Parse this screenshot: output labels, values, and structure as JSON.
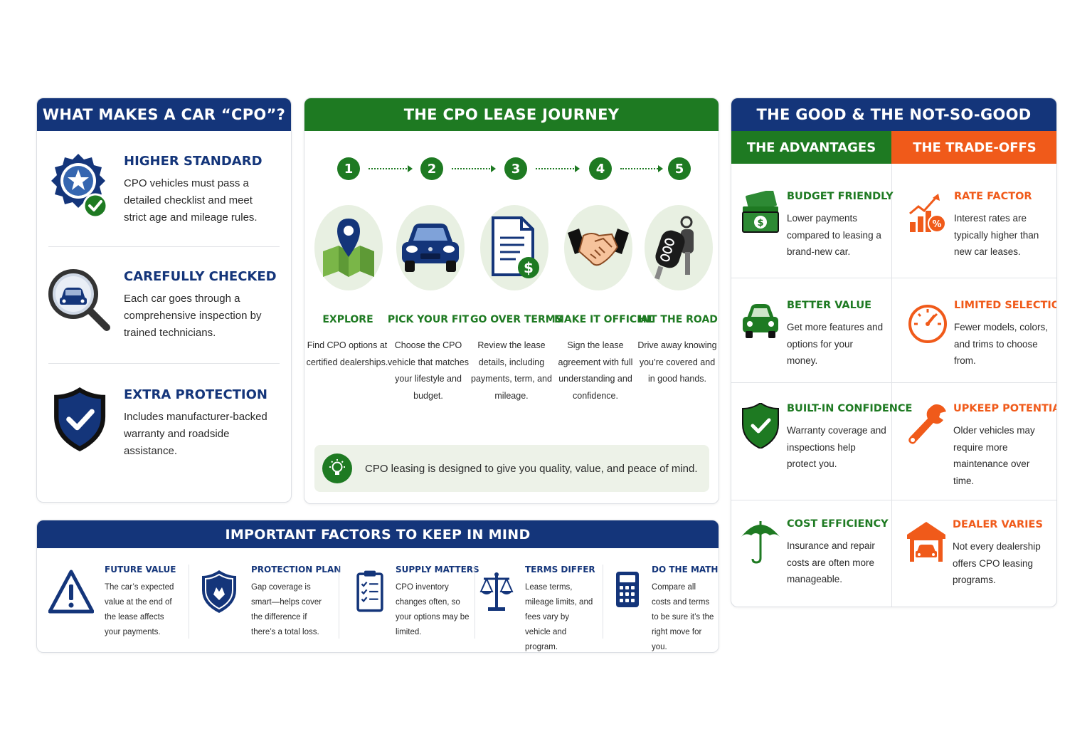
{
  "cpo_card": {
    "title": "WHAT MAKES A CAR “CPO”?",
    "items": [
      {
        "title": "HIGHER STANDARD",
        "text": "CPO vehicles must pass a detailed checklist and meet strict age and mileage rules.",
        "icon": "star-badge-check-icon"
      },
      {
        "title": "CAREFULLY CHECKED",
        "text": "Each car goes through a comprehensive inspection by trained technicians.",
        "icon": "magnifier-car-icon"
      },
      {
        "title": "EXTRA PROTECTION",
        "text": "Includes manufacturer-backed warranty and roadside assistance.",
        "icon": "shield-check-icon"
      }
    ]
  },
  "journey": {
    "title": "THE CPO LEASE JOURNEY",
    "steps": [
      {
        "num": "1",
        "title": "EXPLORE",
        "text": "Find CPO options at certified dealerships.",
        "icon": "map-pin-icon"
      },
      {
        "num": "2",
        "title": "PICK YOUR FIT",
        "text": "Choose the CPO vehicle that matches your lifestyle and budget.",
        "icon": "car-front-icon"
      },
      {
        "num": "3",
        "title": "GO OVER TERMS",
        "text": "Review the lease details, including payments, term, and mileage.",
        "icon": "document-dollar-icon"
      },
      {
        "num": "4",
        "title": "MAKE IT OFFICIAL",
        "text": "Sign the lease agreement with full understanding and confidence.",
        "icon": "handshake-icon"
      },
      {
        "num": "5",
        "title": "HIT THE ROAD",
        "text": "Drive away knowing you’re covered and in good hands.",
        "icon": "car-keys-icon"
      }
    ],
    "tip": "CPO leasing is designed to give you quality, value, and peace of mind.",
    "tip_icon": "lightbulb-icon"
  },
  "pros_cons": {
    "title": "THE GOOD & THE NOT-SO-GOOD",
    "advantages_label": "THE ADVANTAGES",
    "tradeoffs_label": "THE TRADE-OFFS",
    "advantages": [
      {
        "title": "BUDGET FRIENDLY",
        "text": "Lower payments compared to leasing a brand-new car.",
        "icon": "money-stack-icon"
      },
      {
        "title": "BETTER VALUE",
        "text": "Get more features and options for your money.",
        "icon": "car-icon"
      },
      {
        "title": "BUILT-IN CONFIDENCE",
        "text": "Warranty coverage and inspections help protect you.",
        "icon": "shield-check-icon"
      },
      {
        "title": "COST EFFICIENCY",
        "text": "Insurance and repair costs are often more manageable.",
        "icon": "umbrella-icon"
      }
    ],
    "tradeoffs": [
      {
        "title": "RATE FACTOR",
        "text": "Interest rates are typically higher than new car leases.",
        "icon": "chart-percent-icon"
      },
      {
        "title": "LIMITED SELECTION",
        "text": "Fewer models, colors, and trims to choose from.",
        "icon": "gauge-icon"
      },
      {
        "title": "UPKEEP POTENTIAL",
        "text": "Older vehicles may require more maintenance over time.",
        "icon": "wrench-icon"
      },
      {
        "title": "DEALER VARIES",
        "text": "Not every dealership offers CPO leasing programs.",
        "icon": "garage-car-icon"
      }
    ]
  },
  "factors": {
    "title": "IMPORTANT FACTORS TO KEEP IN MIND",
    "items": [
      {
        "title": "FUTURE VALUE",
        "text": "The car’s expected value at the end of the lease affects your payments.",
        "icon": "warning-icon"
      },
      {
        "title": "PROTECTION PLAN",
        "text": "Gap coverage is smart—helps cover the difference if there’s a total loss.",
        "icon": "shield-hands-icon"
      },
      {
        "title": "SUPPLY MATTERS",
        "text": "CPO inventory changes often, so your options may be limited.",
        "icon": "checklist-icon"
      },
      {
        "title": "TERMS DIFFER",
        "text": "Lease terms, mileage limits, and fees vary by vehicle and program.",
        "icon": "scales-icon"
      },
      {
        "title": "DO THE MATH",
        "text": "Compare all costs and terms to be sure it’s the right move for you.",
        "icon": "calculator-icon"
      }
    ]
  },
  "colors": {
    "navy": "#14357a",
    "green": "#1e7a22",
    "orange": "#f05a1a",
    "light_green": "#e8f0e2"
  }
}
